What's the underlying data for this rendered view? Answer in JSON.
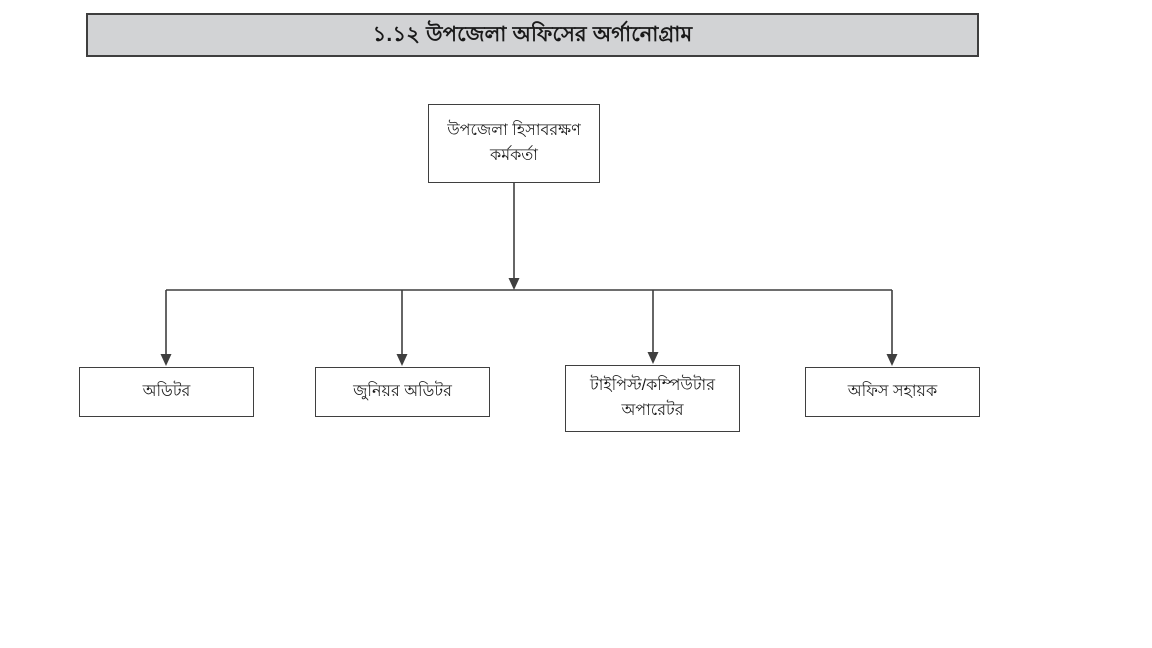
{
  "page": {
    "title": "১.১২ উপজেলা অফিসের অর্গানোগ্রাম"
  },
  "org_chart": {
    "type": "org-tree",
    "root": {
      "label": "উপজেলা হিসাবরক্ষণ কর্মকর্তা"
    },
    "children": [
      {
        "label": "অডিটর"
      },
      {
        "label": "জুনিয়র অডিটর"
      },
      {
        "label": "টাইপিস্ট/কম্পিউটার অপারেটর"
      },
      {
        "label": "অফিস সহায়ক"
      }
    ]
  },
  "colors": {
    "line": "#3f3f3f",
    "box-border": "#3f3f3f",
    "titlebar-bg": "#d2d3d5",
    "titlebar-border": "#3e3e3e",
    "text": "#1a1a1a",
    "canvas-bg": "#ffffff"
  }
}
